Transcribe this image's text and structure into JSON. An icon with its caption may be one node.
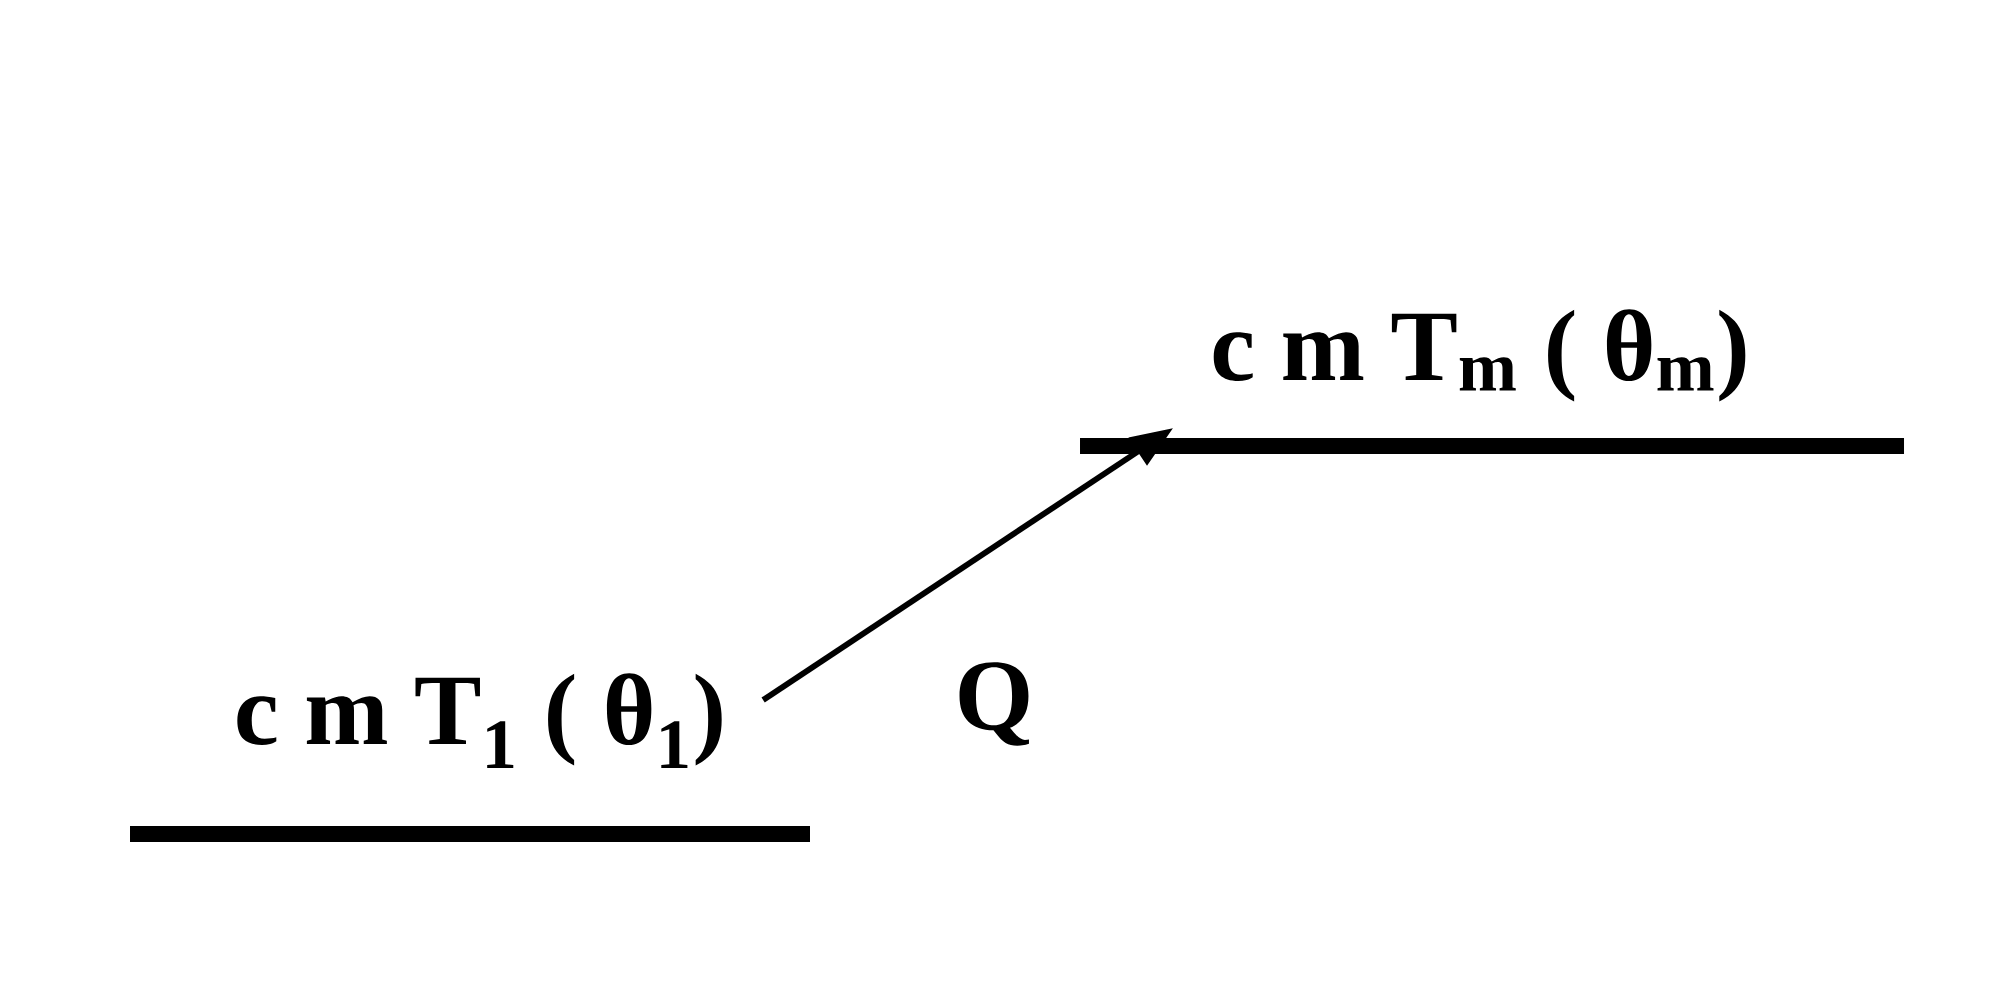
{
  "diagram": {
    "nodes": [
      {
        "text": [
          "c m T$_{1}$ ( θ$_{1}$)"
        ]
      },
      {
        "text": [
          "c m T$_{m}$ ( θ$_{m}$)"
        ]
      }
    ],
    "edges": [
      {
        "from": 0,
        "to": 1,
        "arrow": "to",
        "label": "Q"
      }
    ]
  }
}
